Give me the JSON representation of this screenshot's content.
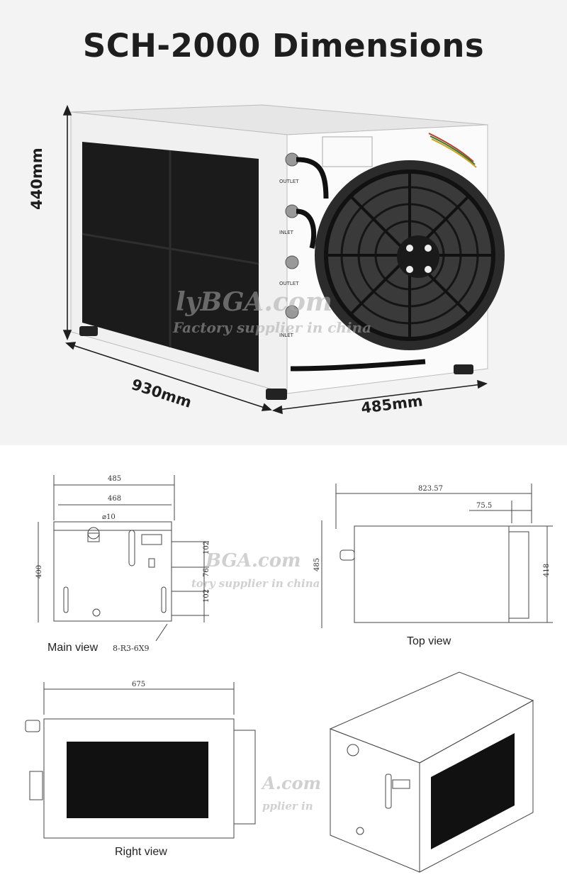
{
  "title": "SCH-2000 Dimensions",
  "photo": {
    "height_label": "440mm",
    "length_label": "930mm",
    "width_label": "485mm",
    "watermark_brand": "lyBGA.com",
    "watermark_tagline": "Factory supplier in china",
    "panel_labels": [
      "OUTLET",
      "INLET",
      "OUTLET",
      "INLET"
    ]
  },
  "drawings": {
    "main_view": {
      "label": "Main view",
      "dims": [
        "485",
        "468",
        "⌀10",
        "400",
        "102",
        "76",
        "102"
      ],
      "screw_note": "8-R3-6X9"
    },
    "top_view": {
      "label": "Top view",
      "dims": [
        "823.57",
        "75.5",
        "485",
        "418"
      ]
    },
    "right_view": {
      "label": "Right view",
      "dims": [
        "675"
      ]
    },
    "watermark_brand": "BGA.com",
    "watermark_tagline": "tory supplier in china",
    "watermark_brand_2": "A.com",
    "watermark_tagline_2": "pplier in"
  }
}
